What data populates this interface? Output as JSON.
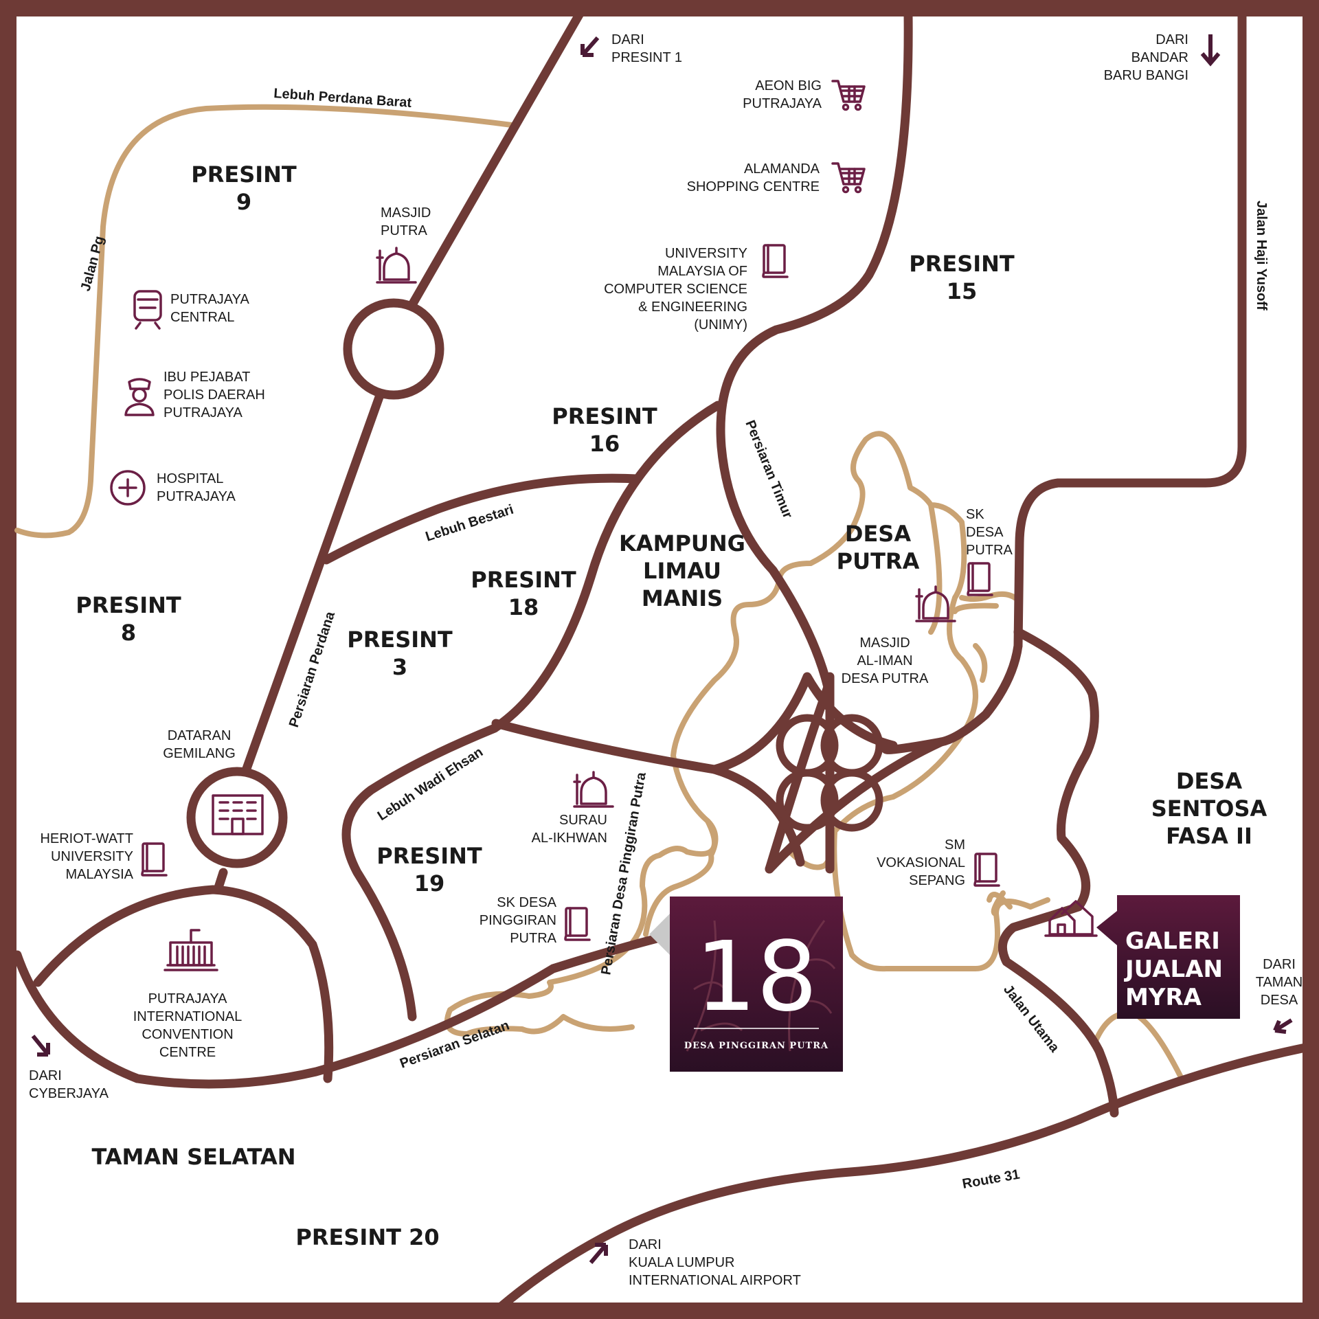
{
  "colors": {
    "road": "#6e3a36",
    "secondary_road": "#c9a273",
    "icon": "#6b1f45",
    "brand_dark": "#3d1230",
    "brand_plum": "#5c1a3c"
  },
  "areas": {
    "presint9": [
      "PRESINT",
      "9"
    ],
    "presint15": [
      "PRESINT",
      "15"
    ],
    "presint16": [
      "PRESINT",
      "16"
    ],
    "presint18": [
      "PRESINT",
      "18"
    ],
    "presint8": [
      "PRESINT",
      "8"
    ],
    "presint3": [
      "PRESINT",
      "3"
    ],
    "presint19": [
      "PRESINT",
      "19"
    ],
    "kampung": [
      "KAMPUNG",
      "LIMAU",
      "MANIS"
    ],
    "desa_putra": [
      "DESA",
      "PUTRA"
    ],
    "desa_sentosa": [
      "DESA",
      "SENTOSA",
      "FASA II"
    ],
    "taman_selatan": "TAMAN SELATAN",
    "presint20": "PRESINT 20"
  },
  "roads": {
    "lebuh_perdana_barat": "Lebuh Perdana Barat",
    "jalan_pg": "Jalan Pg",
    "lebuh_bestari": "Lebuh Bestari",
    "persiaran_perdana": "Persiaran Perdana",
    "persiaran_timur": "Persiaran Timur",
    "jalan_haji_yusoff": "Jalan Haji Yusoff",
    "lebuh_wadi_ehsan": "Lebuh Wadi Ehsan",
    "persiaran_desa_pinggiran_putra": "Persiaran Desa Pinggiran Putra",
    "persiaran_selatan": "Persiaran Selatan",
    "jalan_utama": "Jalan Utama",
    "route31": "Route 31"
  },
  "directions": {
    "presint1": [
      "DARI",
      "PRESINT 1"
    ],
    "bangi": [
      "DARI",
      "BANDAR",
      "BARU BANGI"
    ],
    "cyberjaya": [
      "DARI",
      "CYBERJAYA"
    ],
    "taman_desa": [
      "DARI",
      "TAMAN",
      "DESA"
    ],
    "klia": [
      "DARI",
      "KUALA LUMPUR",
      "INTERNATIONAL AIRPORT"
    ]
  },
  "poi": {
    "masjid_putra": [
      "MASJID",
      "PUTRA"
    ],
    "putrajaya_central": [
      "PUTRAJAYA",
      "CENTRAL"
    ],
    "ibu_pejabat": [
      "IBU PEJABAT",
      "POLIS DAERAH",
      "PUTRAJAYA"
    ],
    "hospital": [
      "HOSPITAL",
      "PUTRAJAYA"
    ],
    "aeon": [
      "AEON BIG",
      "PUTRAJAYA"
    ],
    "alamanda": [
      "ALAMANDA",
      "SHOPPING CENTRE"
    ],
    "unimy": [
      "UNIVERSITY",
      "MALAYSIA OF",
      "COMPUTER SCIENCE",
      "& ENGINEERING",
      "(UNIMY)"
    ],
    "sk_desa_putra": [
      "SK",
      "DESA",
      "PUTRA"
    ],
    "masjid_aliman": [
      "MASJID",
      "AL-IMAN",
      "DESA PUTRA"
    ],
    "dataran": [
      "DATARAN",
      "GEMILANG"
    ],
    "heriot": [
      "HERIOT-WATT",
      "UNIVERSITY",
      "MALAYSIA"
    ],
    "surau": [
      "SURAU",
      "AL-IKHWAN"
    ],
    "sk_dpp": [
      "SK DESA",
      "PINGGIRAN",
      "PUTRA"
    ],
    "sm_vokasional": [
      "SM",
      "VOKASIONAL",
      "SEPANG"
    ],
    "picc": [
      "PUTRAJAYA",
      "INTERNATIONAL",
      "CONVENTION",
      "CENTRE"
    ]
  },
  "project": {
    "number": "18",
    "name": "DESA PINGGIRAN PUTRA"
  },
  "galeri": [
    "GALERI",
    "JUALAN",
    "MYRA"
  ]
}
